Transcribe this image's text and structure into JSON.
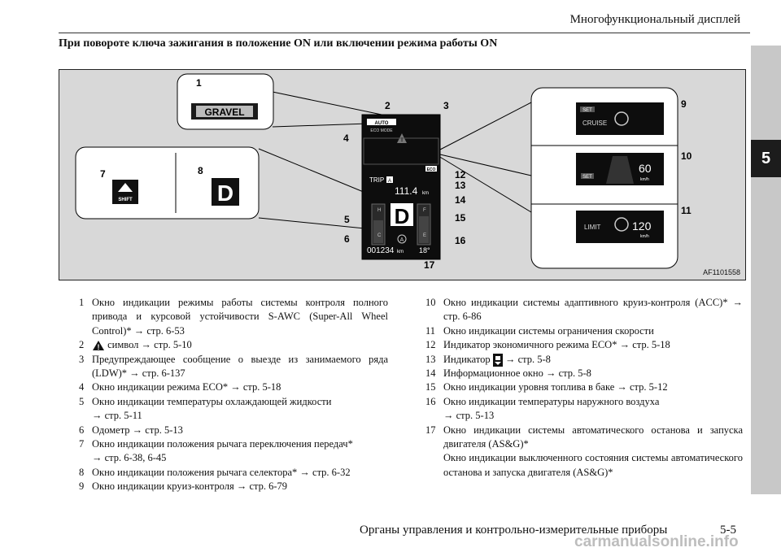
{
  "header": {
    "section_title": "Многофункциональный дисплей"
  },
  "subheader": "При повороте ключа зажигания в положение ON или включении режима работы ON",
  "chapter_tab": "5",
  "figure": {
    "id": "AF1101558",
    "callouts": [
      "1",
      "2",
      "3",
      "4",
      "5",
      "6",
      "7",
      "8",
      "9",
      "10",
      "11",
      "12",
      "13",
      "14",
      "15",
      "16",
      "17"
    ],
    "gravel_label": "GRAVEL",
    "shift_label": "SHIFT",
    "gear_letter": "D",
    "cluster": {
      "auto_label": "AUTO",
      "eco_mode_label": "ECO MODE",
      "eco_badge": "ECO",
      "trip_label": "TRIP",
      "trip_sub": "A",
      "trip_value": "111.4",
      "trip_unit": "km",
      "gear": "D",
      "temp_hot": "H",
      "temp_cold": "C",
      "fuel_full": "F",
      "fuel_empty": "E",
      "odometer_value": "001234",
      "odometer_unit": "km",
      "outside_temp": "18°",
      "asg_letter": "A"
    },
    "panel9": {
      "set": "SET",
      "cruise": "CRUISE"
    },
    "panel10": {
      "speed": "60",
      "unit": "km/h",
      "set": "SET"
    },
    "panel11": {
      "limit": "LIMIT",
      "speed": "120",
      "unit": "km/h"
    }
  },
  "items_left": [
    {
      "num": "1",
      "text": "Окно индикации режимы работы системы контроля полного привода и курсовой устойчивости S-AWC (Super-All Wheel Control)* → стр. 6-53"
    },
    {
      "num": "2",
      "text": "символ → стр. 5-10"
    },
    {
      "num": "3",
      "text": "Предупреждающее сообщение о выезде из занимаемого ряда (LDW)* → стр. 6-137"
    },
    {
      "num": "4",
      "text": "Окно индикации режима ECO* → стр. 5-18"
    },
    {
      "num": "5",
      "text": "Окно индикации температуры охлаждающей жидкости",
      "cont": "→ стр. 5-11"
    },
    {
      "num": "6",
      "text": "Одометр → стр. 5-13"
    },
    {
      "num": "7",
      "text": "Окно индикации положения рычага переключения передач*",
      "cont": "→ стр. 6-38, 6-45"
    },
    {
      "num": "8",
      "text": "Окно индикации положения рычага селектора* → стр. 6-32"
    },
    {
      "num": "9",
      "text": "Окно индикации круиз-контроля → стр. 6-79"
    }
  ],
  "items_right": [
    {
      "num": "10",
      "text": "Окно индикации системы адаптивного круиз-контроля (ACC)* → стр. 6-86"
    },
    {
      "num": "11",
      "text": "Окно индикации системы ограничения скорости"
    },
    {
      "num": "12",
      "text": "Индикатор экономичного режима ECO* → стр. 5-18"
    },
    {
      "num": "13",
      "text": "Индикатор",
      "text2": "→ стр. 5-8"
    },
    {
      "num": "14",
      "text": "Информационное окно → стр. 5-8"
    },
    {
      "num": "15",
      "text": "Окно индикации уровня топлива в баке → стр. 5-12"
    },
    {
      "num": "16",
      "text": "Окно индикации температуры наружного воздуха",
      "cont": "→ стр. 5-13"
    },
    {
      "num": "17",
      "text": "Окно индикации системы автоматического останова и запуска двигателя (AS&G)*",
      "cont": "Окно индикации выключенного состояния системы автоматического останова и запуска двигателя (AS&G)*"
    }
  ],
  "footer": {
    "chapter_title": "Органы управления и контрольно-измерительные приборы",
    "page": "5-5"
  },
  "watermark": "carmanualsonline.info"
}
